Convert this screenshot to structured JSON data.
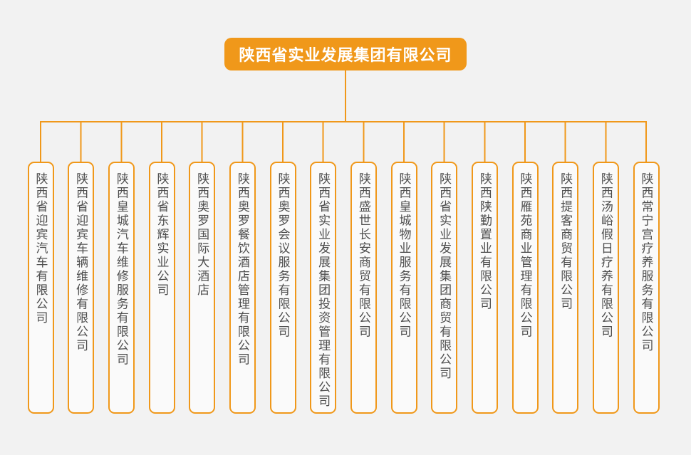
{
  "page": {
    "background_color": "#f2f2f2",
    "accent_color": "#f0981a",
    "node_fill_color": "#fafafa",
    "node_text_color": "#4e4e4e",
    "root_text_color": "#ffffff"
  },
  "chart": {
    "type": "org-chart",
    "root": {
      "label": "陕西省实业发展集团有限公司"
    },
    "children": [
      {
        "label": "陕西省迎宾汽车有限公司"
      },
      {
        "label": "陕西省迎宾车辆维修有限公司"
      },
      {
        "label": "陕西皇城汽车维修服务有限公司"
      },
      {
        "label": "陕西省东辉实业公司"
      },
      {
        "label": "陕西奥罗国际大酒店"
      },
      {
        "label": "陕西奥罗餐饮酒店管理有限公司"
      },
      {
        "label": "陕西奥罗会议服务有限公司"
      },
      {
        "label": "陕西省实业发展集团投资管理有限公司"
      },
      {
        "label": "陕西盛世长安商贸有限公司"
      },
      {
        "label": "陕西皇城物业服务有限公司"
      },
      {
        "label": "陕西省实业发展集团商贸有限公司"
      },
      {
        "label": "陕西陕勤置业有限公司"
      },
      {
        "label": "陕西雁苑商业管理有限公司"
      },
      {
        "label": "陕西提客商贸有限公司"
      },
      {
        "label": "陕西汤峪假日疗养有限公司"
      },
      {
        "label": "陕西常宁宫疗养服务有限公司"
      }
    ]
  }
}
